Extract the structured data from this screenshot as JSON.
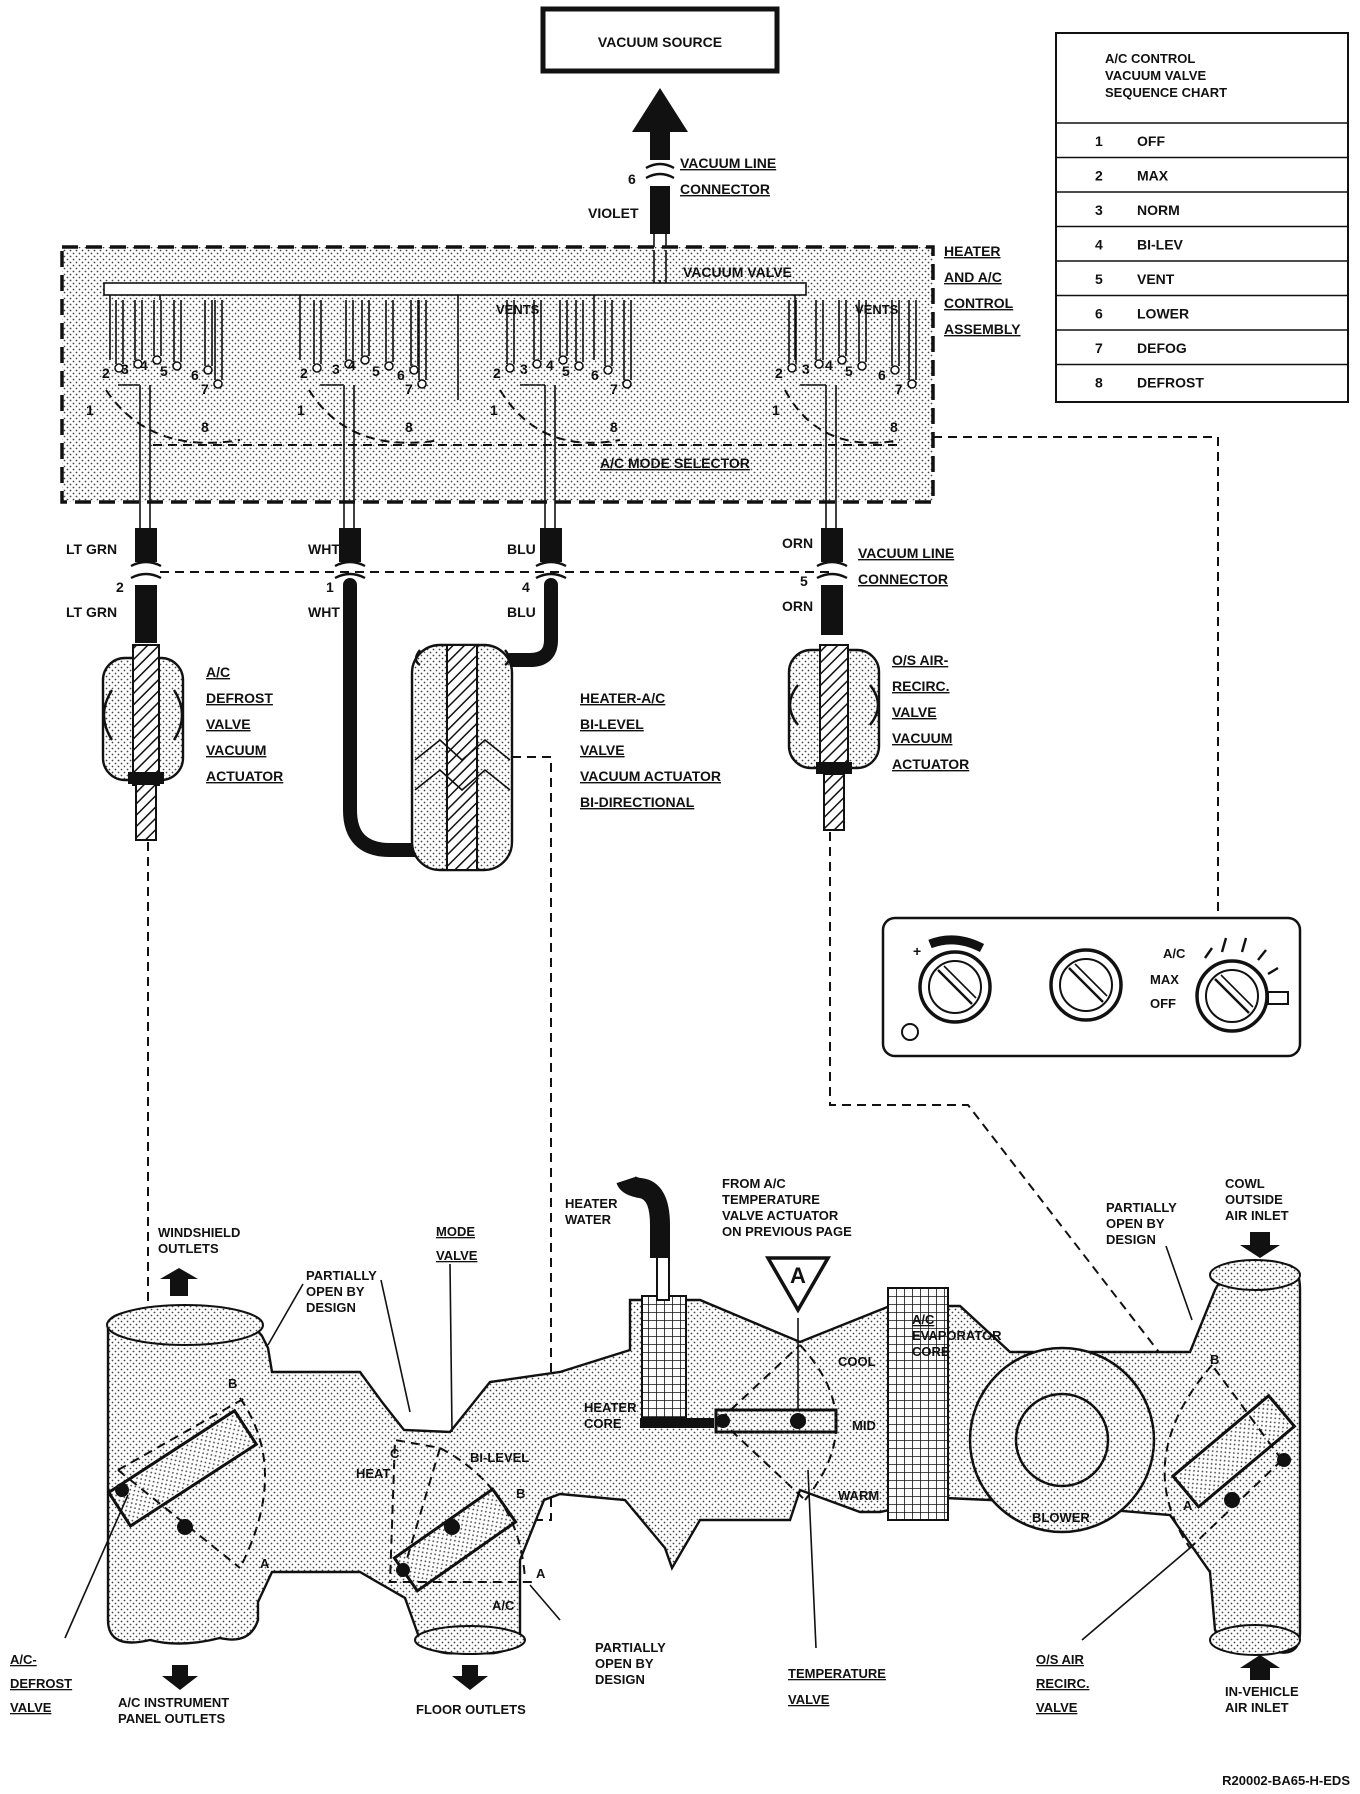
{
  "vacuum_source": "VACUUM SOURCE",
  "vacuum_line_connector_top": {
    "pin": "6",
    "label1": "VACUUM LINE",
    "label2": "CONNECTOR",
    "wire": "VIOLET"
  },
  "control_assembly": {
    "label": [
      "HEATER",
      "AND A/C",
      "CONTROL",
      "ASSEMBLY"
    ],
    "vacuum_valve": "VACUUM VALVE",
    "mode_selector": "A/C MODE SELECTOR",
    "vents": "VENTS",
    "positions": [
      "1",
      "2",
      "3",
      "4",
      "5",
      "6",
      "7",
      "8"
    ]
  },
  "sequence_chart": {
    "title": [
      "A/C CONTROL",
      "VACUUM VALVE",
      "SEQUENCE CHART"
    ],
    "rows": [
      {
        "num": "1",
        "name": "OFF"
      },
      {
        "num": "2",
        "name": "MAX"
      },
      {
        "num": "3",
        "name": "NORM"
      },
      {
        "num": "4",
        "name": "BI-LEV"
      },
      {
        "num": "5",
        "name": "VENT"
      },
      {
        "num": "6",
        "name": "LOWER"
      },
      {
        "num": "7",
        "name": "DEFOG"
      },
      {
        "num": "8",
        "name": "DEFROST"
      }
    ]
  },
  "lines": {
    "lt_grn": {
      "wire": "LT GRN",
      "pin": "2"
    },
    "wht": {
      "wire": "WHT",
      "pin": "1"
    },
    "blu": {
      "wire": "BLU",
      "pin": "4"
    },
    "orn": {
      "wire": "ORN",
      "pin": "5"
    },
    "connector_label": [
      "VACUUM LINE",
      "CONNECTOR"
    ]
  },
  "actuators": {
    "defrost": [
      "A/C",
      "DEFROST",
      "VALVE",
      "VACUUM",
      "ACTUATOR"
    ],
    "bilevel": [
      "HEATER-A/C",
      "BI-LEVEL",
      "VALVE",
      "VACUUM ACTUATOR",
      "BI-DIRECTIONAL"
    ],
    "recirc": [
      "O/S AIR-",
      "RECIRC.",
      "VALVE",
      "VACUUM",
      "ACTUATOR"
    ]
  },
  "control_panel": {
    "ac": "A/C",
    "max": "MAX",
    "off": "OFF"
  },
  "airflow": {
    "windshield_outlets": [
      "WINDSHIELD",
      "OUTLETS"
    ],
    "partially_open_1": [
      "PARTIALLY",
      "OPEN BY",
      "DESIGN"
    ],
    "mode_valve": [
      "MODE",
      "VALVE"
    ],
    "heater_water": [
      "HEATER",
      "WATER"
    ],
    "from_temp": [
      "FROM A/C",
      "TEMPERATURE",
      "VALVE ACTUATOR",
      "ON PREVIOUS PAGE"
    ],
    "ref_marker": "A",
    "evaporator": [
      "A/C",
      "EVAPORATOR",
      "CORE"
    ],
    "partially_open_3": [
      "PARTIALLY",
      "OPEN BY",
      "DESIGN"
    ],
    "cowl_inlet": [
      "COWL",
      "OUTSIDE",
      "AIR INLET"
    ],
    "heater_core": [
      "HEATER",
      "CORE"
    ],
    "cool": "COOL",
    "mid": "MID",
    "warm": "WARM",
    "blower": "BLOWER",
    "heat": "HEAT",
    "bilevel": "BI-LEVEL",
    "ac_pos": "A/C",
    "pos_a": "A",
    "pos_b": "B",
    "pos_c": "C",
    "defrost_valve": [
      "A/C-",
      "DEFROST",
      "VALVE"
    ],
    "ip_outlets": [
      "A/C INSTRUMENT",
      "PANEL OUTLETS"
    ],
    "floor_outlets": "FLOOR OUTLETS",
    "partially_open_2": [
      "PARTIALLY",
      "OPEN BY",
      "DESIGN"
    ],
    "temperature_valve": [
      "TEMPERATURE",
      "VALVE"
    ],
    "recirc_valve": [
      "O/S AIR",
      "RECIRC.",
      "VALVE"
    ],
    "in_vehicle_inlet": [
      "IN-VEHICLE",
      "AIR INLET"
    ]
  },
  "figure_id": "R20002-BA65-H-EDS"
}
